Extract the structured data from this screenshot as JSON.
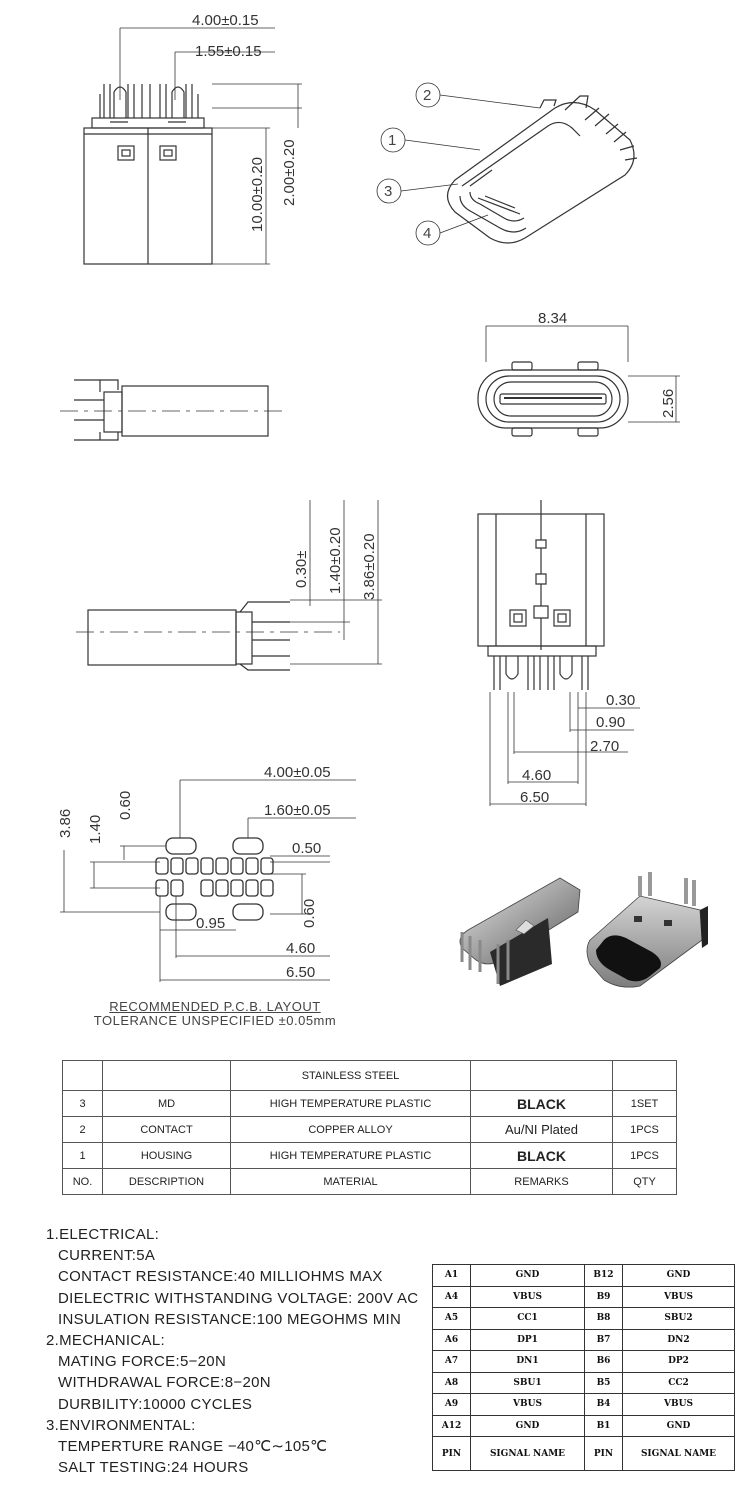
{
  "dimensions": {
    "top_width": "4.00±0.15",
    "top_pitch": "1.55±0.15",
    "height_total": "10.00±0.20",
    "height_top": "2.00±0.20",
    "end_width": "8.34",
    "end_height": "2.56",
    "side_030": "0.30±",
    "side_140": "1.40±0.20",
    "side_386": "3.86±0.20",
    "rear_030": "0.30",
    "rear_090": "0.90",
    "rear_270": "2.70",
    "rear_460": "4.60",
    "rear_650": "6.50",
    "pcb_400": "4.00±0.05",
    "pcb_160": "1.60±0.05",
    "pcb_050": "0.50",
    "pcb_060v": "0.60",
    "pcb_095": "0.95",
    "pcb_460": "4.60",
    "pcb_650": "6.50",
    "pcb_386": "3.86",
    "pcb_140": "1.40",
    "pcb_060": "0.60"
  },
  "balloons": [
    "2",
    "1",
    "3",
    "4"
  ],
  "pcb_note": {
    "line1": "RECOMMENDED   P.C.B.  LAYOUT",
    "line2": "TOLERANCE  UNSPECIFIED  ±0.05mm"
  },
  "bom": {
    "header_row": [
      "",
      "",
      "STAINLESS STEEL",
      "",
      ""
    ],
    "rows": [
      {
        "no": "3",
        "desc": "MD",
        "material": "HIGH  TEMPERATURE  PLASTIC",
        "remarks": "BLACK",
        "qty": "1SET"
      },
      {
        "no": "2",
        "desc": "CONTACT",
        "material": "COPPER ALLOY",
        "remarks": "Au/NI Plated",
        "qty": "1PCS"
      },
      {
        "no": "1",
        "desc": "HOUSING",
        "material": "HIGH  TEMPERATURE  PLASTIC",
        "remarks": "BLACK",
        "qty": "1PCS"
      }
    ],
    "columns": {
      "no": "NO.",
      "desc": "DESCRIPTION",
      "material": "MATERIAL",
      "remarks": "REMARKS",
      "qty": "QTY"
    }
  },
  "notes": [
    {
      "level": "h",
      "text": "1.ELECTRICAL:"
    },
    {
      "level": "i",
      "text": "CURRENT:5A"
    },
    {
      "level": "i",
      "text": "CONTACT  RESISTANCE:40  MILLIOHMS  MAX"
    },
    {
      "level": "i",
      "text": "DIELECTRIC  WITHSTANDING  VOLTAGE:  200V  AC"
    },
    {
      "level": "i",
      "text": "INSULATION  RESISTANCE:100  MEGOHMS  MIN"
    },
    {
      "level": "h",
      "text": "2.MECHANICAL:"
    },
    {
      "level": "i",
      "text": "MATING  FORCE:5−20N"
    },
    {
      "level": "i",
      "text": "WITHDRAWAL  FORCE:8−20N"
    },
    {
      "level": "i",
      "text": "DURBILITY:10000  CYCLES"
    },
    {
      "level": "h",
      "text": "3.ENVIRONMENTAL:"
    },
    {
      "level": "i",
      "text": "TEMPERTURE  RANGE  −40℃∼105℃"
    },
    {
      "level": "i",
      "text": "SALT  TESTING:24  HOURS"
    }
  ],
  "pin_table": {
    "rows": [
      [
        "A1",
        "GND",
        "B12",
        "GND"
      ],
      [
        "A4",
        "VBUS",
        "B9",
        "VBUS"
      ],
      [
        "A5",
        "CC1",
        "B8",
        "SBU2"
      ],
      [
        "A6",
        "DP1",
        "B7",
        "DN2"
      ],
      [
        "A7",
        "DN1",
        "B6",
        "DP2"
      ],
      [
        "A8",
        "SBU1",
        "B5",
        "CC2"
      ],
      [
        "A9",
        "VBUS",
        "B4",
        "VBUS"
      ],
      [
        "A12",
        "GND",
        "B1",
        "GND"
      ]
    ],
    "footer": [
      "PIN",
      "SIGNAL NAME",
      "PIN",
      "SIGNAL NAME"
    ]
  }
}
